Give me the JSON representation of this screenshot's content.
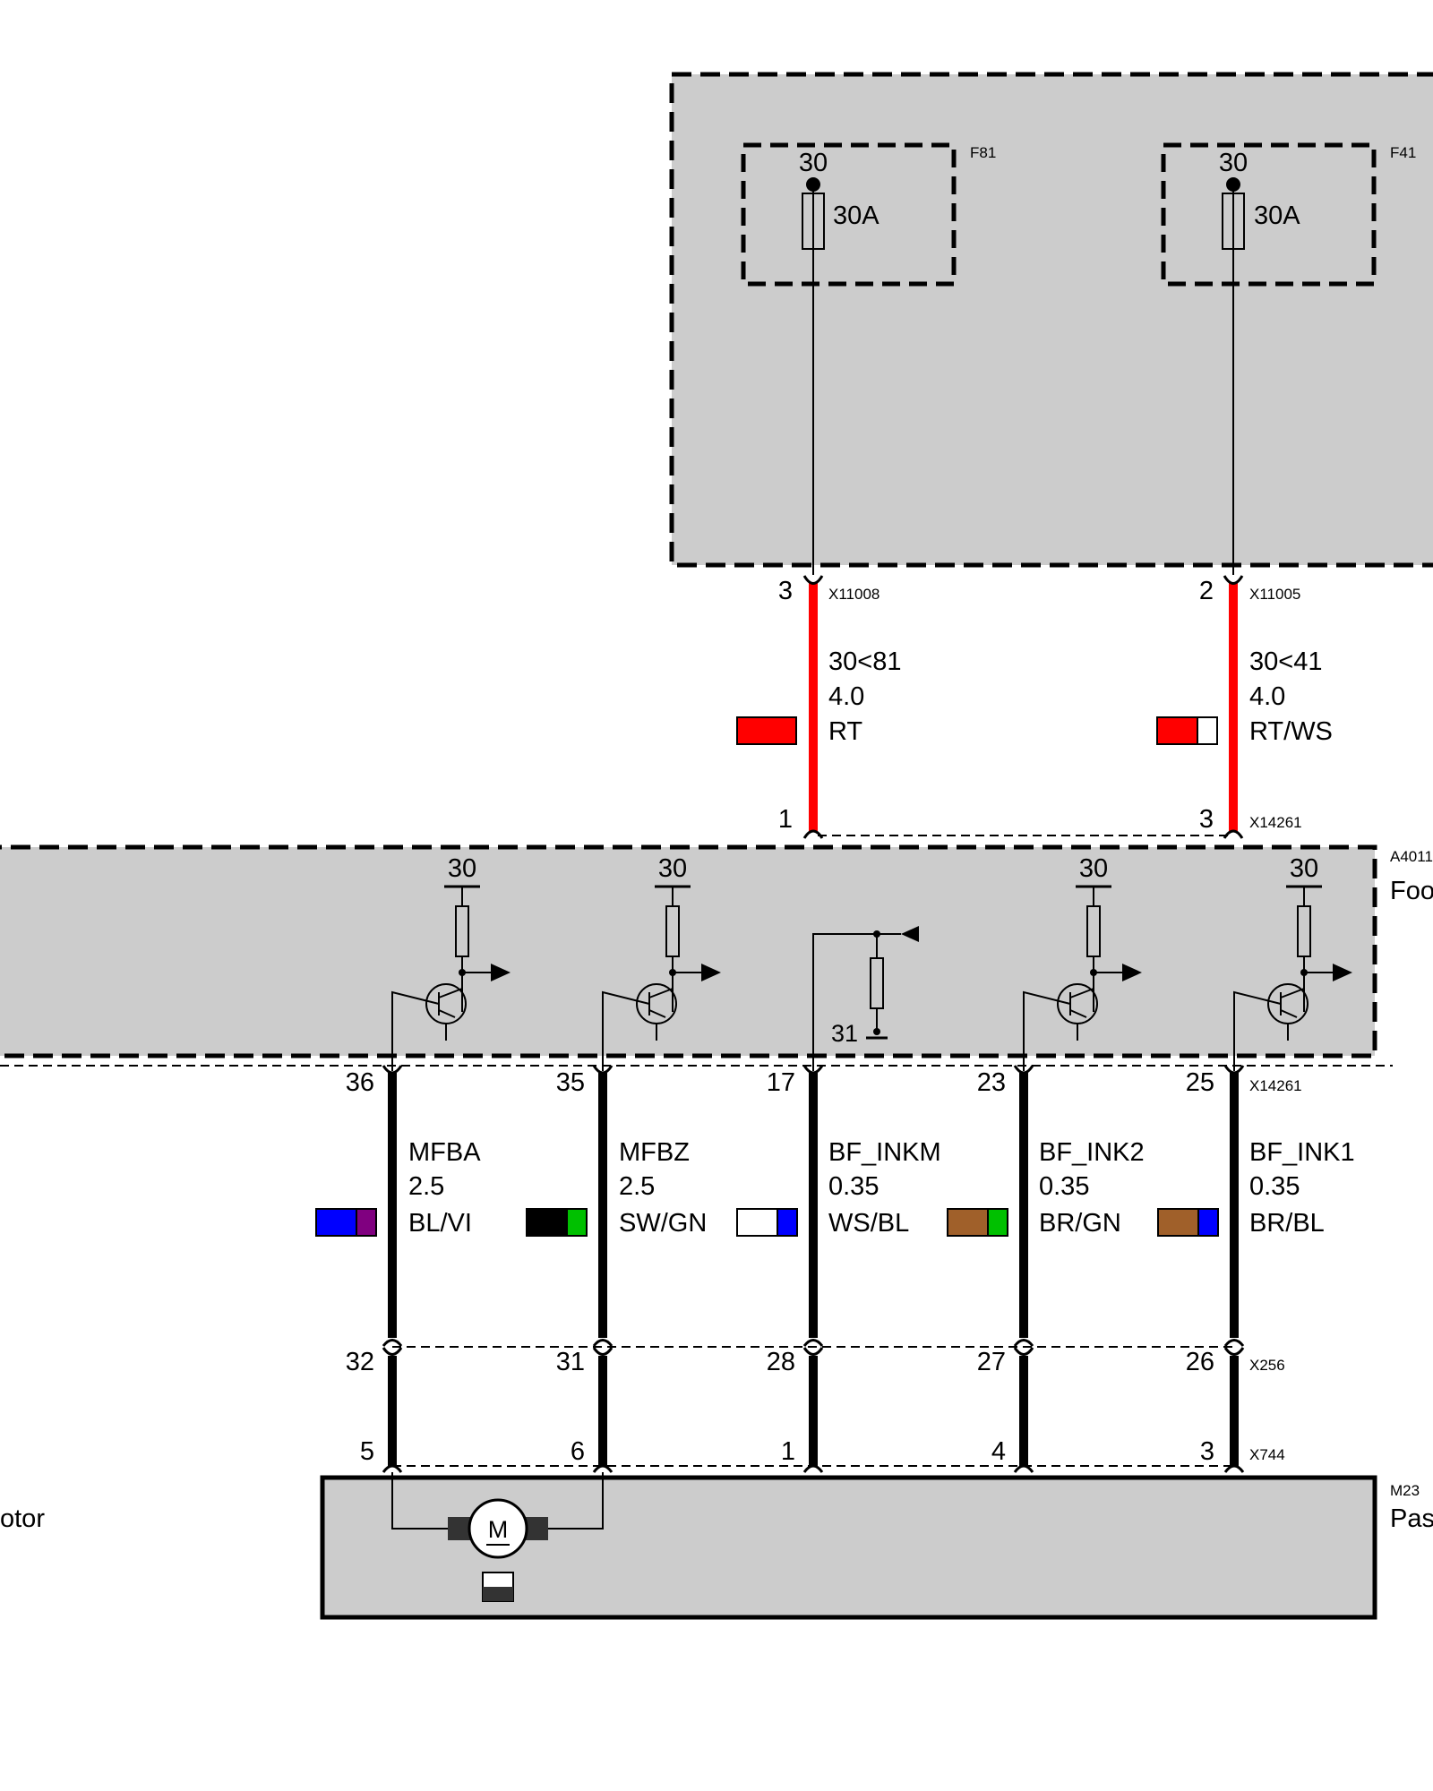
{
  "fuse_box": {
    "fuses": [
      {
        "id": "F81",
        "terminal": "30",
        "rating": "30A"
      },
      {
        "id": "F41",
        "terminal": "30",
        "rating": "30A"
      }
    ]
  },
  "supply_wires": [
    {
      "connector_top": "X11008",
      "pin_top": "3",
      "signal": "30<81",
      "gauge": "4.0",
      "color_code": "RT",
      "connector_bottom": "X14261",
      "pin_bottom": "1",
      "colors": [
        "#ff0000"
      ]
    },
    {
      "connector_top": "X11005",
      "pin_top": "2",
      "signal": "30<41",
      "gauge": "4.0",
      "color_code": "RT/WS",
      "connector_bottom": "X14261",
      "pin_bottom": "3",
      "colors": [
        "#ff0000",
        "#ffffff"
      ]
    }
  ],
  "module": {
    "id": "A4011",
    "name_fragment": "Foo",
    "connector": "X14261",
    "drivers": [
      {
        "terminal": "30"
      },
      {
        "terminal": "30"
      },
      {
        "terminal": "30"
      },
      {
        "terminal": "30"
      }
    ],
    "ground_terminal": "31"
  },
  "signal_wires": [
    {
      "module_pin": "36",
      "signal": "MFBA",
      "gauge": "2.5",
      "color_code": "BL/VI",
      "colors": [
        "#0000ff",
        "#800080"
      ],
      "x256_pin": "32",
      "x744_pin": "5"
    },
    {
      "module_pin": "35",
      "signal": "MFBZ",
      "gauge": "2.5",
      "color_code": "SW/GN",
      "colors": [
        "#000000",
        "#00c000"
      ],
      "x256_pin": "31",
      "x744_pin": "6"
    },
    {
      "module_pin": "17",
      "signal": "BF_INKM",
      "gauge": "0.35",
      "color_code": "WS/BL",
      "colors": [
        "#ffffff",
        "#0000ff"
      ],
      "x256_pin": "28",
      "x744_pin": "1"
    },
    {
      "module_pin": "23",
      "signal": "BF_INK2",
      "gauge": "0.35",
      "color_code": "BR/GN",
      "colors": [
        "#a0602a",
        "#00c000"
      ],
      "x256_pin": "27",
      "x744_pin": "4"
    },
    {
      "module_pin": "25",
      "signal": "BF_INK1",
      "gauge": "0.35",
      "color_code": "BR/BL",
      "colors": [
        "#a0602a",
        "#0000ff"
      ],
      "x256_pin": "26",
      "x744_pin": "3"
    }
  ],
  "connectors": {
    "x256": "X256",
    "x744": "X744"
  },
  "motor": {
    "id": "M23",
    "name_fragment": "Pas",
    "left_fragment": "otor",
    "symbol": "M"
  },
  "palette": {
    "panel_fill": "#cccccc",
    "supply_wire": "#ff0000",
    "signal_wire": "#000000"
  }
}
